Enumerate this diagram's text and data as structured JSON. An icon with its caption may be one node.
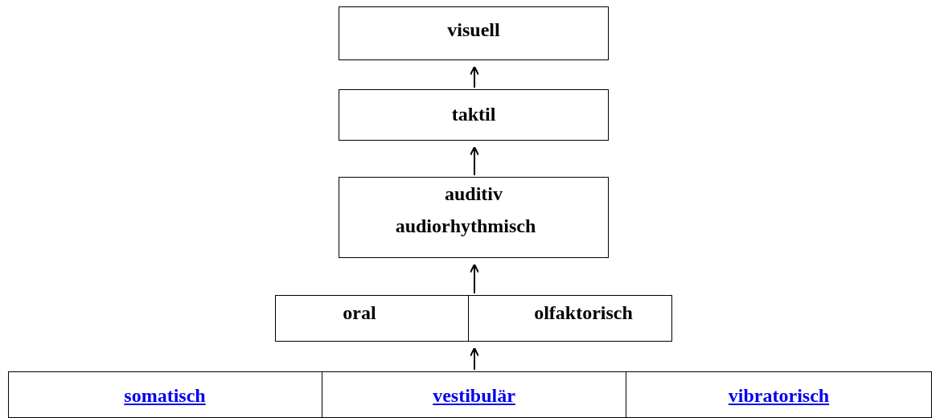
{
  "diagram": {
    "nodes": [
      {
        "text": [
          "visuell"
        ]
      },
      {
        "text": [
          "taktil"
        ]
      },
      {
        "text": [
          "auditiv",
          "audiorhythmisch"
        ]
      },
      {
        "text": [],
        "shape": "box"
      },
      {
        "text": [
          "oral"
        ],
        "in": 3
      },
      {
        "text": [
          "olfaktorisch"
        ],
        "in": 3
      },
      {
        "text": [],
        "shape": "box"
      },
      {
        "text": [
          "somatisch"
        ],
        "in": 6
      },
      {
        "text": [
          "vestibulär"
        ],
        "in": 6
      },
      {
        "text": [
          "vibratorisch"
        ],
        "in": 6
      }
    ],
    "edges": [
      {
        "from": 1,
        "to": 0,
        "arrow": "to"
      },
      {
        "from": 2,
        "to": 1,
        "arrow": "to"
      },
      {
        "from": 3,
        "to": 2,
        "arrow": "to"
      },
      {
        "from": 6,
        "to": 3,
        "arrow": "to"
      }
    ]
  }
}
